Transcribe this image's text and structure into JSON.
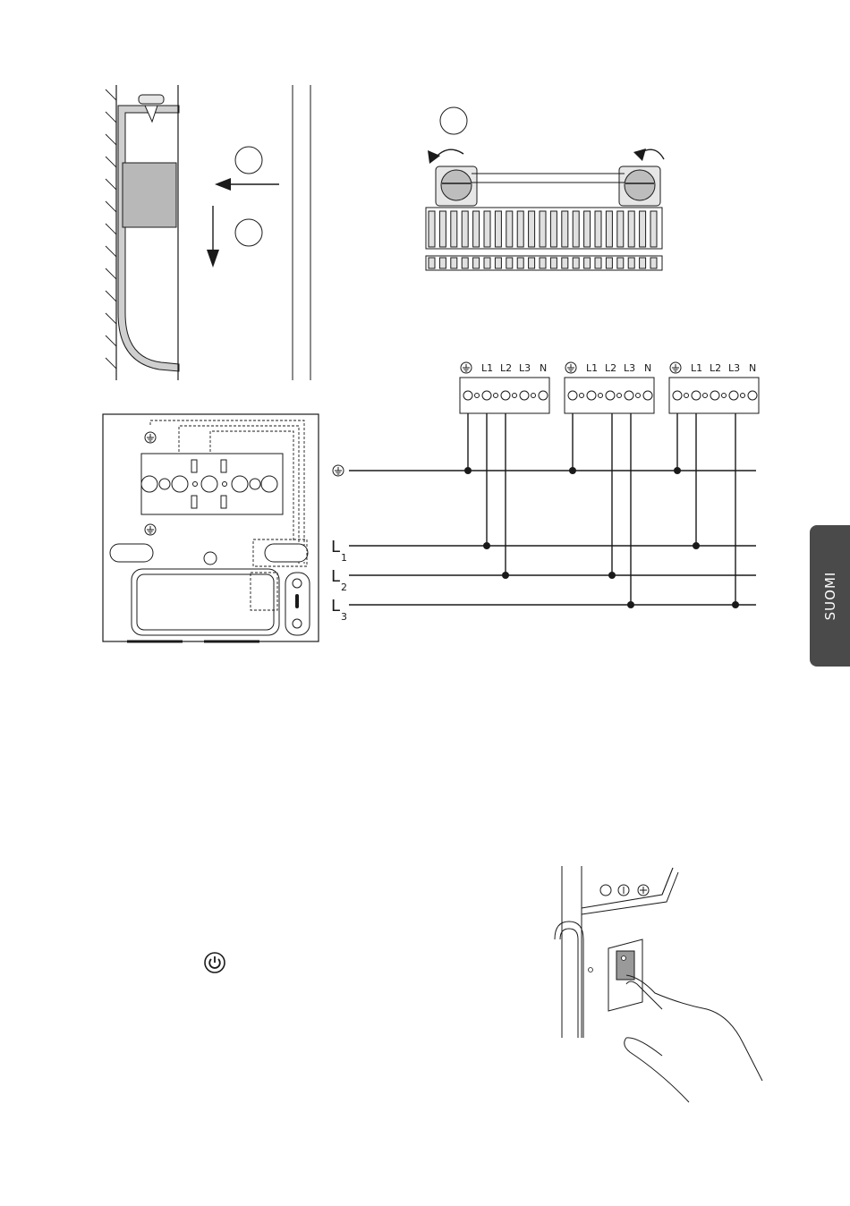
{
  "side_tab": {
    "label": "SUOMI"
  },
  "terminal_blocks": [
    {
      "labels": [
        "L1",
        "L2",
        "L3",
        "N"
      ]
    },
    {
      "labels": [
        "L1",
        "L2",
        "L3",
        "N"
      ]
    },
    {
      "labels": [
        "L1",
        "L2",
        "L3",
        "N"
      ]
    }
  ],
  "bus": {
    "l1": {
      "letter": "L",
      "sub": "1"
    },
    "l2": {
      "letter": "L",
      "sub": "2"
    },
    "l3": {
      "letter": "L",
      "sub": "3"
    }
  },
  "icons": {
    "earth": "earth-ground-icon",
    "power": "power-button-icon"
  },
  "colors": {
    "line": "#1a1a1a",
    "tab": "#4a4a4a",
    "fill": "#cfcfcf"
  }
}
